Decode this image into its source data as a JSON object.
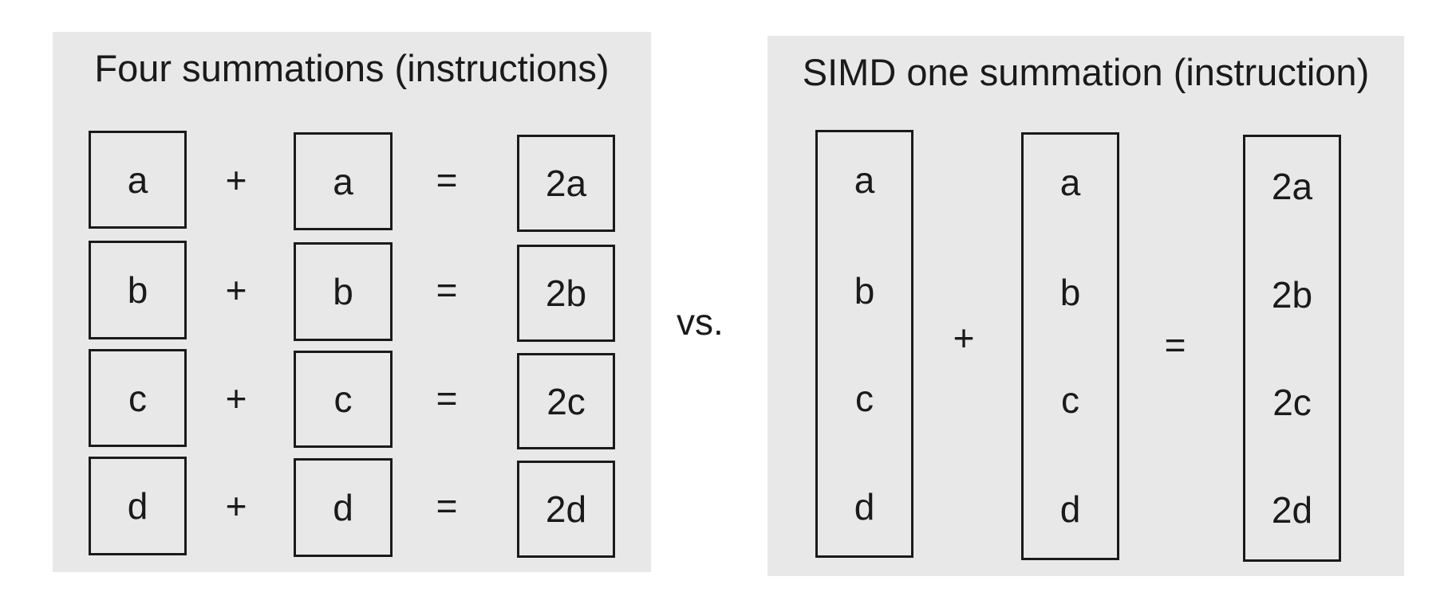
{
  "left_panel": {
    "title": "Four summations (instructions)",
    "rows": [
      {
        "lhs": "a",
        "op": "+",
        "rhs": "a",
        "eq": "=",
        "result": "2a"
      },
      {
        "lhs": "b",
        "op": "+",
        "rhs": "b",
        "eq": "=",
        "result": "2b"
      },
      {
        "lhs": "c",
        "op": "+",
        "rhs": "c",
        "eq": "=",
        "result": "2c"
      },
      {
        "lhs": "d",
        "op": "+",
        "rhs": "d",
        "eq": "=",
        "result": "2d"
      }
    ]
  },
  "vs": "vs.",
  "right_panel": {
    "title": "SIMD one summation (instruction)",
    "vector_lhs": [
      "a",
      "b",
      "c",
      "d"
    ],
    "op": "+",
    "vector_rhs": [
      "a",
      "b",
      "c",
      "d"
    ],
    "eq": "=",
    "vector_result": [
      "2a",
      "2b",
      "2c",
      "2d"
    ]
  },
  "colors": {
    "panel_background": "#e8e8e8",
    "border": "#1a1a1a",
    "text": "#1a1a1a"
  }
}
